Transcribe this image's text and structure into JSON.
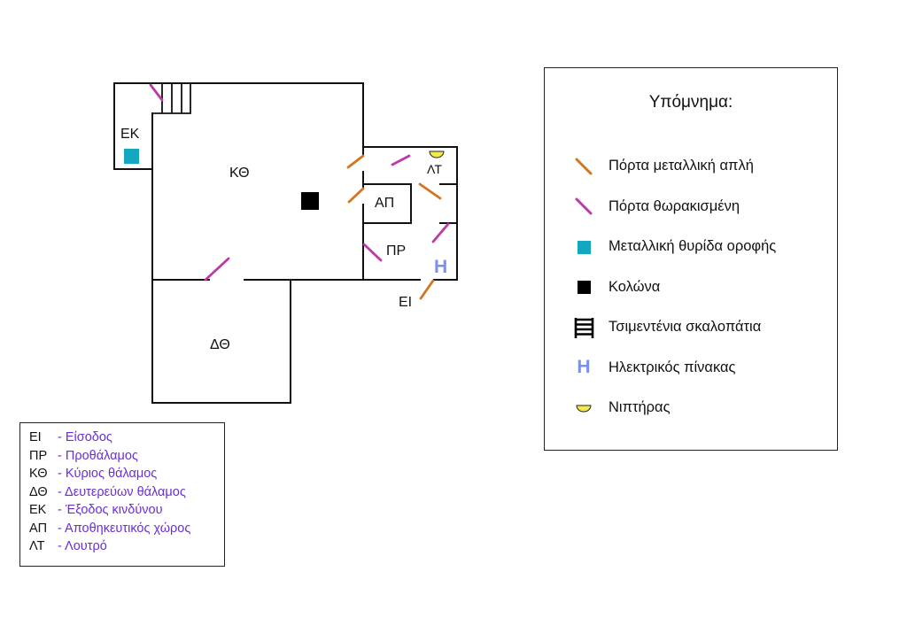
{
  "rooms": {
    "ek": "ΕΚ",
    "kth": "ΚΘ",
    "dth": "ΔΘ",
    "ap": "ΑΠ",
    "pr": "ΠΡ",
    "lt": "ΛΤ",
    "ei": "ΕΙ"
  },
  "legend": {
    "title": "Υπόμνημα:",
    "items": [
      {
        "symbol": "door-metal-icon",
        "label": "Πόρτα μεταλλική απλή"
      },
      {
        "symbol": "door-armored-icon",
        "label": "Πόρτα θωρακισμένη"
      },
      {
        "symbol": "roof-hatch-icon",
        "label": "Μεταλλική θυρίδα οροφής"
      },
      {
        "symbol": "column-icon",
        "label": "Κολώνα"
      },
      {
        "symbol": "stairs-icon",
        "label": "Τσιμεντένια σκαλοπάτια"
      },
      {
        "symbol": "electrical-panel-icon",
        "label": "Ηλεκτρικός πίνακας",
        "glyph": "H"
      },
      {
        "symbol": "sink-icon",
        "label": "Νιπτήρας"
      }
    ]
  },
  "abbreviations": [
    {
      "code": "ΕΙ",
      "name": "- Είσοδος"
    },
    {
      "code": "ΠΡ",
      "name": "- Προθάλαμος"
    },
    {
      "code": "ΚΘ",
      "name": "- Κύριος θάλαμος"
    },
    {
      "code": "ΔΘ",
      "name": "- Δευτερεύων θάλαμος"
    },
    {
      "code": "ΕΚ",
      "name": "- Έξοδος κινδύνου"
    },
    {
      "code": "ΑΠ",
      "name": "- Αποθηκευτικός χώρος"
    },
    {
      "code": "ΛΤ",
      "name": "- Λουτρό"
    }
  ],
  "colors": {
    "wall": "#111111",
    "door_metal": "#d5741f",
    "door_armored": "#bb3aa8",
    "hatch": "#12a6bf",
    "column": "#000000",
    "panel": "#7b8ff0",
    "sink_fill": "#f2ea4a",
    "abbr_text": "#6a2fd6"
  }
}
